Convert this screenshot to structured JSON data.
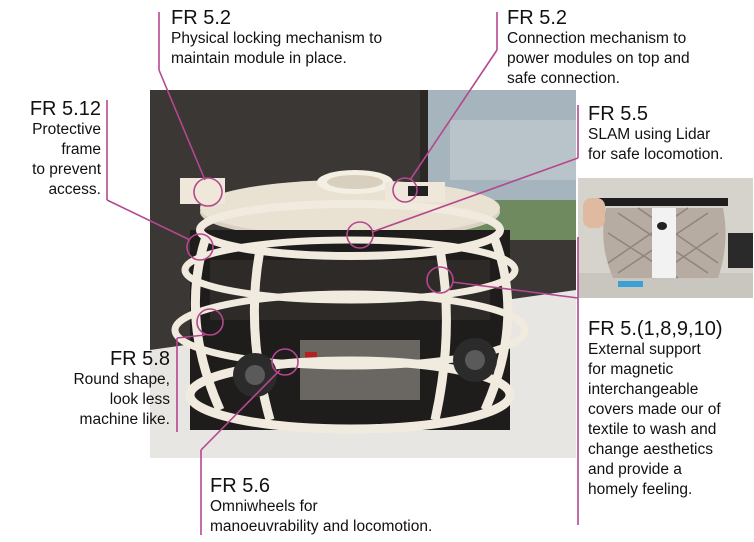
{
  "annotations": {
    "a1": {
      "code": "FR 5.2",
      "lines": [
        "Physical locking mechanism to",
        "maintain module in place."
      ]
    },
    "a2": {
      "code": "FR 5.2",
      "lines": [
        "Connection mechanism to",
        "power modules on top and",
        "safe connection."
      ]
    },
    "a3": {
      "code": "FR 5.12",
      "lines": [
        "Protective",
        "frame",
        "to prevent",
        "access."
      ]
    },
    "a4": {
      "code": "FR 5.5",
      "lines": [
        "SLAM using Lidar",
        "for safe locomotion."
      ]
    },
    "a5": {
      "code": "FR 5.8",
      "lines": [
        "Round shape,",
        "look less",
        "machine like."
      ]
    },
    "a6": {
      "code": "FR 5.(1,8,9,10)",
      "lines": [
        "External support",
        "for magnetic",
        "interchangeable",
        "covers made our of",
        "textile to wash and",
        "change aesthetics",
        "and provide a",
        "homely feeling."
      ]
    },
    "a7": {
      "code": "FR 5.6",
      "lines": [
        "Omniwheels for",
        "manoeuvrability and locomotion."
      ]
    }
  },
  "colors": {
    "leader": "#b5478f",
    "text": "#111111"
  }
}
